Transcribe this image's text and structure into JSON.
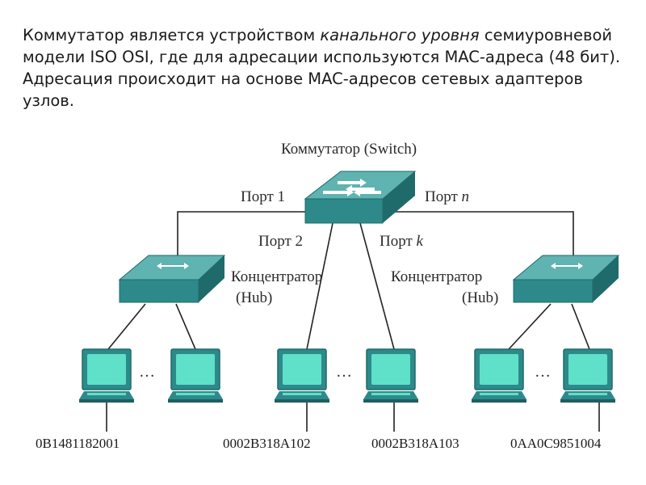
{
  "description": {
    "part1": "Коммутатор является устройством ",
    "emphasis": "канального уровня",
    "part2": " семиуровневой модели ISO OSI, где для адресации используются MAC-адреса (48 бит). Адресация происходит на основе MAC-адресов сетевых адаптеров узлов."
  },
  "diagram": {
    "switch_label": "Коммутатор (Switch)",
    "ports": {
      "port1": "Порт 1",
      "port2": "Порт 2",
      "portk_prefix": "Порт ",
      "portk_var": "k",
      "portn_prefix": "Порт ",
      "portn_var": "n"
    },
    "hub_left": {
      "line1": "Концентратор",
      "line2": "(Hub)"
    },
    "hub_right": {
      "line1": "Концентратор",
      "line2": "(Hub)"
    },
    "ellipsis": "…",
    "mac_addresses": [
      "0B1481182001",
      "0002B318A102",
      "0002B318A103",
      "0AA0C9851004"
    ]
  },
  "colors": {
    "device_top": "#5fb3b0",
    "device_front": "#2e8a8a",
    "device_side": "#1f6b6b",
    "screen": "#5fe0c8",
    "monitor_frame": "#2e8a8a",
    "cable": "#222222"
  }
}
